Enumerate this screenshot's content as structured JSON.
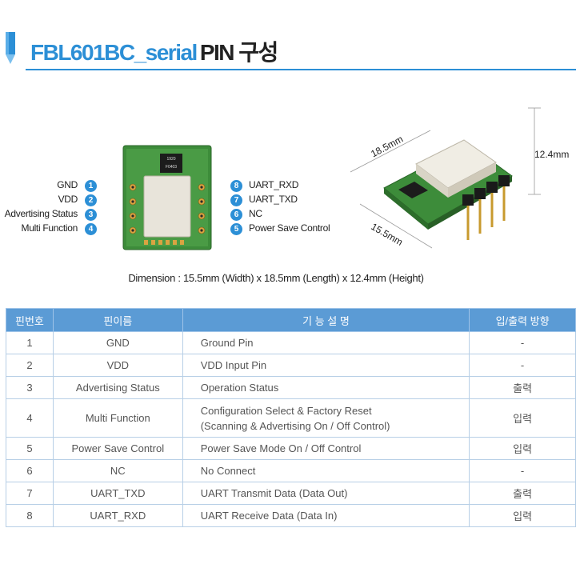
{
  "header": {
    "title_part1": "FBL601BC_serial",
    "title_part2": "PIN 구성"
  },
  "figure": {
    "left_pins": [
      {
        "num": "1",
        "label": "GND"
      },
      {
        "num": "2",
        "label": "VDD"
      },
      {
        "num": "3",
        "label": "Advertising Status"
      },
      {
        "num": "4",
        "label": "Multi Function"
      }
    ],
    "right_pins": [
      {
        "num": "8",
        "label": "UART_RXD"
      },
      {
        "num": "7",
        "label": "UART_TXD"
      },
      {
        "num": "6",
        "label": "NC"
      },
      {
        "num": "5",
        "label": "Power Save Control"
      }
    ],
    "chip_marking_1": "1920",
    "chip_marking_2": "F0403",
    "dim_length": "18.5mm",
    "dim_width": "15.5mm",
    "dim_height": "12.4mm",
    "caption": "Dimension : 15.5mm (Width) x 18.5mm (Length) x 12.4mm (Height)"
  },
  "table": {
    "headers": [
      "핀번호",
      "핀이름",
      "기 능 설 명",
      "입/출력 방향"
    ],
    "rows": [
      {
        "num": "1",
        "name": "GND",
        "desc": [
          "Ground Pin"
        ],
        "dir": "-"
      },
      {
        "num": "2",
        "name": "VDD",
        "desc": [
          "VDD Input Pin"
        ],
        "dir": "-"
      },
      {
        "num": "3",
        "name": "Advertising Status",
        "desc": [
          "Operation Status"
        ],
        "dir": "출력"
      },
      {
        "num": "4",
        "name": "Multi Function",
        "desc": [
          "Configuration Select & Factory Reset",
          "(Scanning & Advertising On / Off Control)"
        ],
        "dir": "입력"
      },
      {
        "num": "5",
        "name": "Power Save Control",
        "desc": [
          "Power Save Mode On / Off Control"
        ],
        "dir": "입력"
      },
      {
        "num": "6",
        "name": "NC",
        "desc": [
          "No Connect"
        ],
        "dir": "-"
      },
      {
        "num": "7",
        "name": "UART_TXD",
        "desc": [
          "UART Transmit Data (Data Out)"
        ],
        "dir": "출력"
      },
      {
        "num": "8",
        "name": "UART_RXD",
        "desc": [
          "UART Receive Data (Data In)"
        ],
        "dir": "입력"
      }
    ]
  }
}
